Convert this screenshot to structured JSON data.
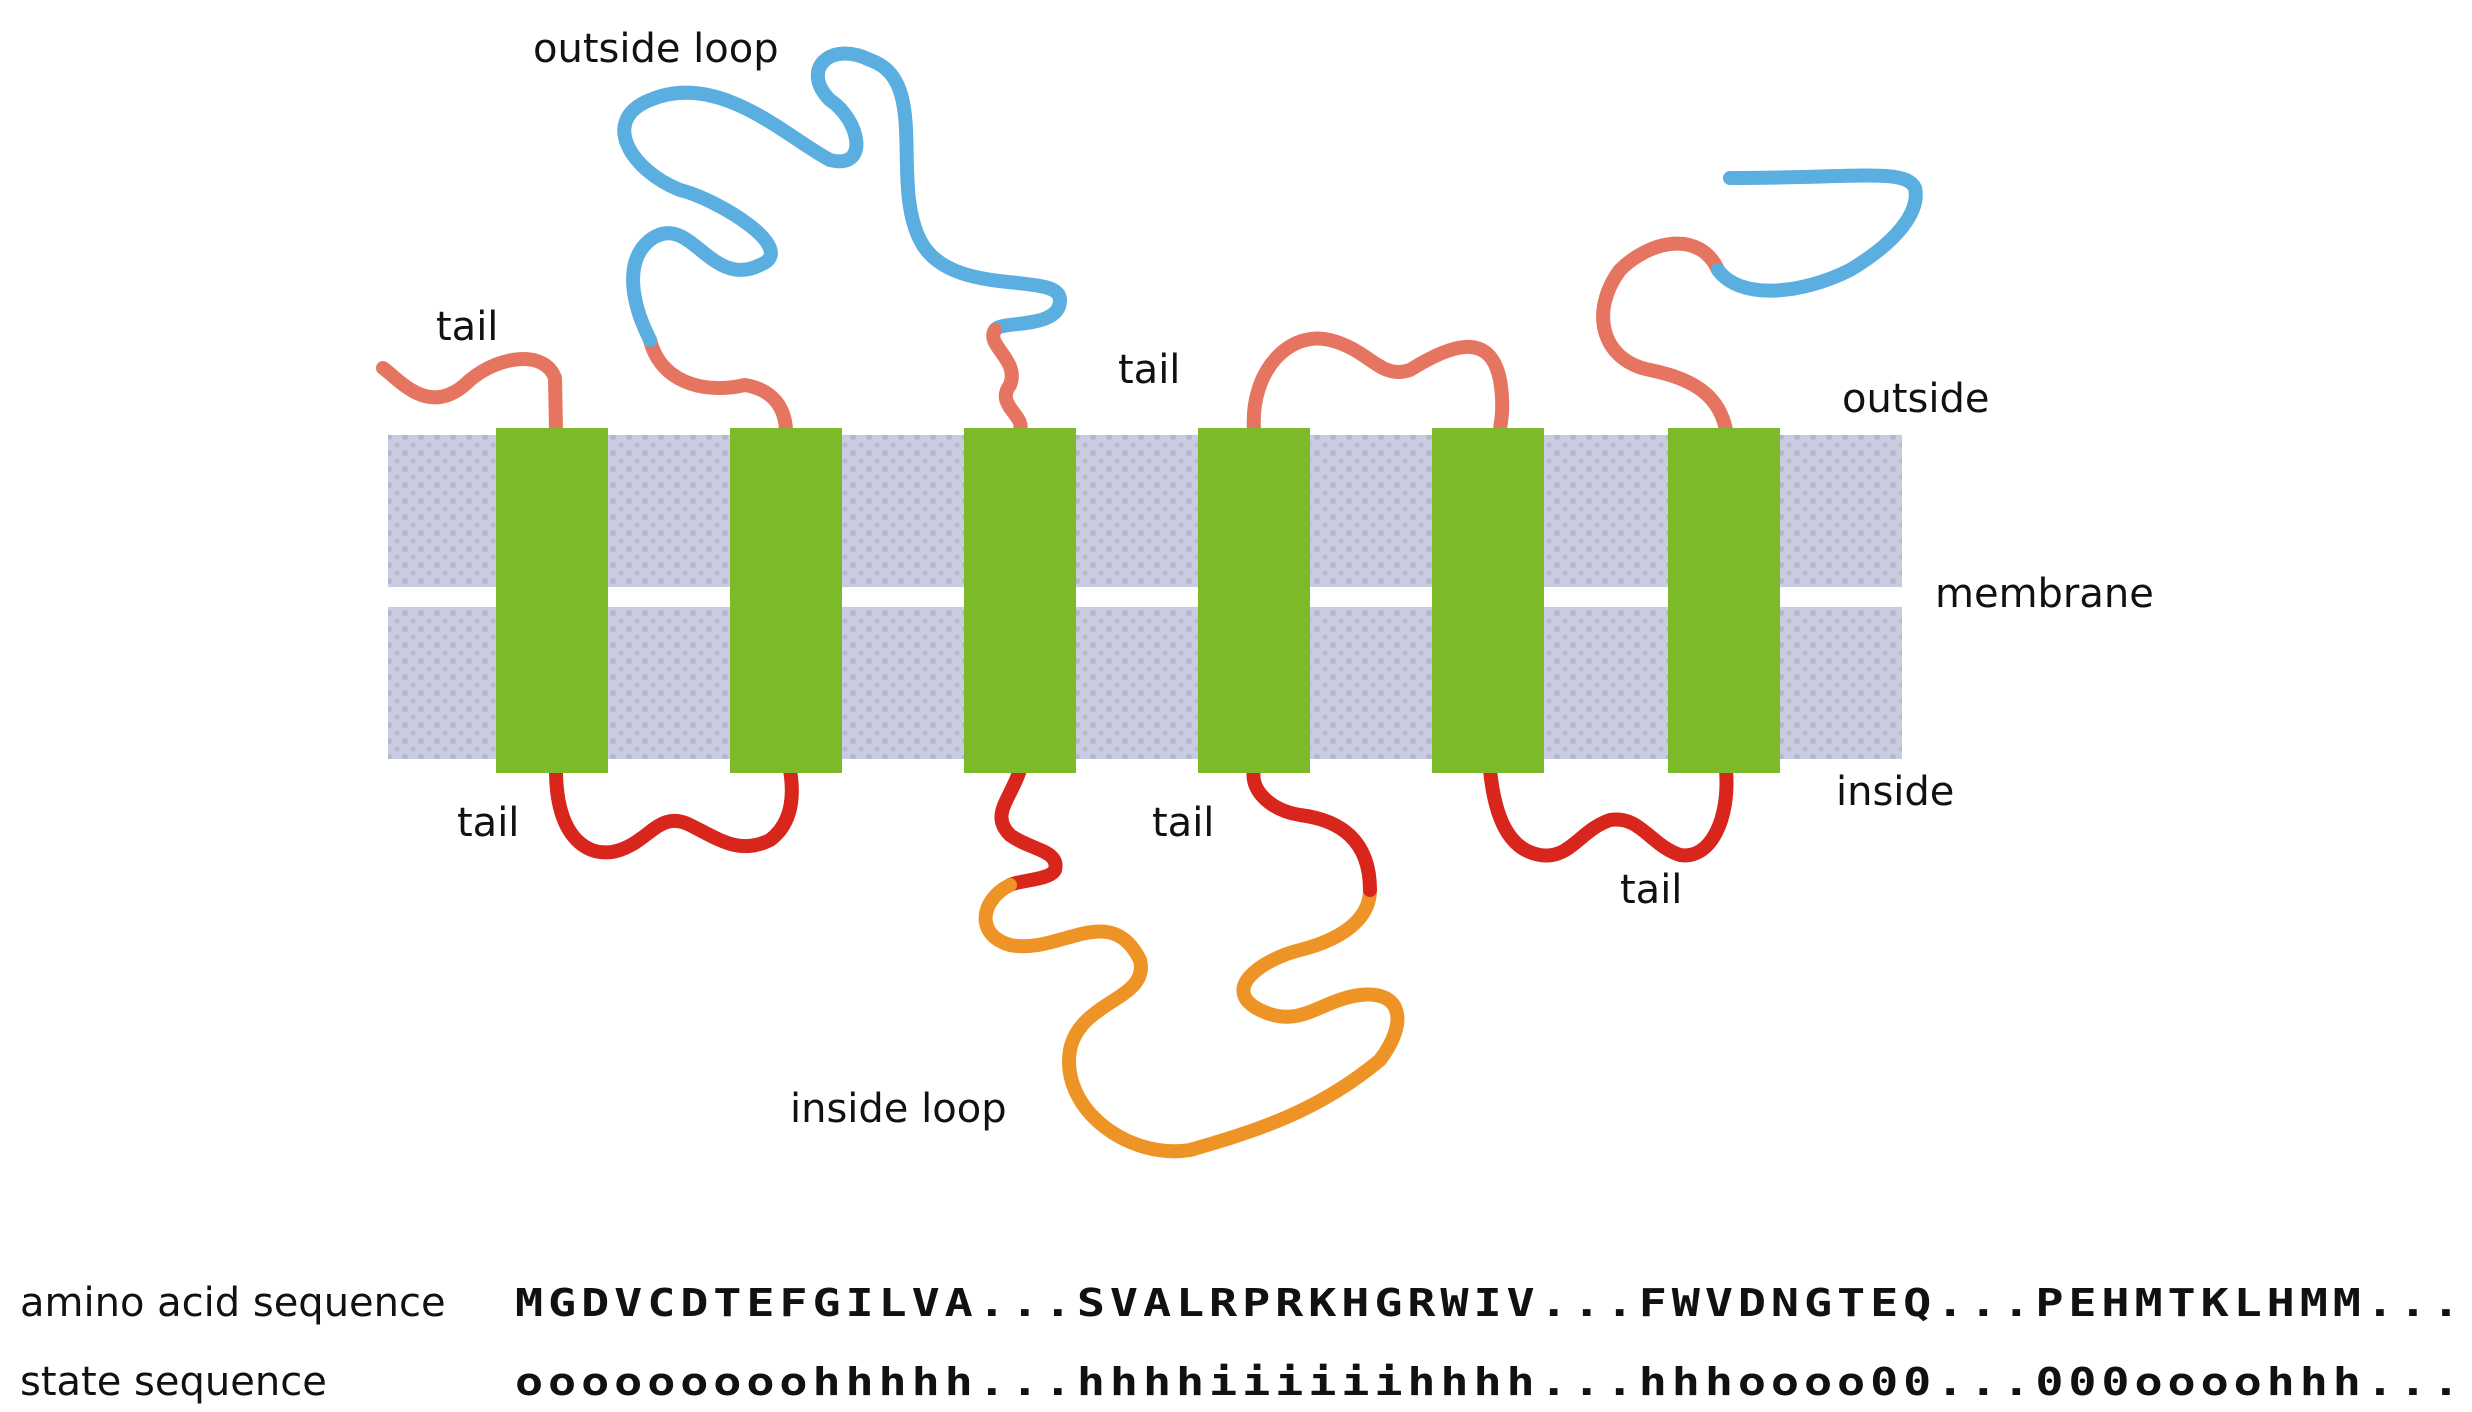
{
  "labels": {
    "outside_loop": "outside loop",
    "inside_loop": "inside loop",
    "tail": "tail",
    "outside": "outside",
    "membrane": "membrane",
    "inside": "inside"
  },
  "sequences": {
    "amino_label": "amino acid sequence",
    "amino_value": "MGDVCDTEFGILVA...SVALRPRKHGRWIV...FWVDNGTEQ...PEHMTKLHMM...",
    "state_label": "state sequence",
    "state_value": "ooooooooohhhhh...hhhhiiiiiihhhh...hhhoooo00...000oooohhh..."
  },
  "colors": {
    "membrane": "#c6c9df",
    "helix": "#7cba2a",
    "outside_loop": "#5aaee0",
    "outside_tail": "#e57560",
    "inside_tail": "#d9261c",
    "inside_loop": "#ee9426"
  }
}
